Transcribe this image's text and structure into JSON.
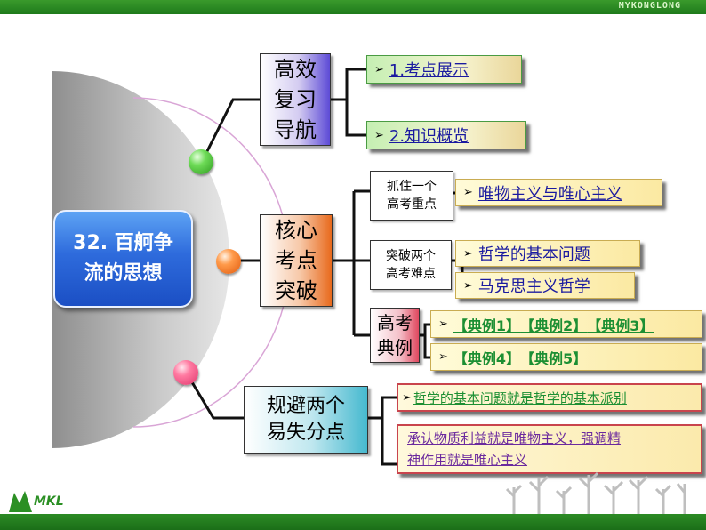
{
  "brand": "MYKONGLONG",
  "logo_text": "MKL",
  "center": {
    "line1": "32. 百舸争",
    "line2": "流的思想"
  },
  "branches": {
    "nav": {
      "title_lines": [
        "高效",
        "复习",
        "导航"
      ],
      "links": [
        "1.考点展示",
        "2.知识概览"
      ]
    },
    "core": {
      "title_lines": [
        "核心",
        "考点",
        "突破"
      ],
      "key_point": {
        "label_lines": [
          "抓住一个",
          "高考重点"
        ],
        "links": [
          "唯物主义与唯心主义"
        ]
      },
      "difficult": {
        "label_lines": [
          "突破两个",
          "高考难点"
        ],
        "links": [
          "哲学的基本问题",
          "马克思主义哲学"
        ]
      },
      "examples": {
        "label_lines": [
          "高考",
          "典例"
        ],
        "row1": [
          "【典例1】",
          "【典例2】",
          "【典例3】"
        ],
        "row2": [
          "【典例4】",
          "【典例5】"
        ]
      }
    },
    "avoid": {
      "title_lines": [
        "规避两个",
        "易失分点"
      ],
      "items": [
        "哲学的基本问题就是哲学的基本派别",
        "承认物质利益就是唯物主义，强调精神作用就是唯心主义"
      ],
      "item2_lines": [
        "承认物质利益就是唯物主义，强调精",
        "神作用就是唯心主义"
      ]
    }
  },
  "colors": {
    "accent_green": "#2b8f24",
    "center_blue": "#2e6bdc",
    "link_text": "#1a1aa0"
  },
  "icons": [
    "arrow-right-icon",
    "green-orb-icon",
    "orange-orb-icon",
    "pink-orb-icon"
  ]
}
